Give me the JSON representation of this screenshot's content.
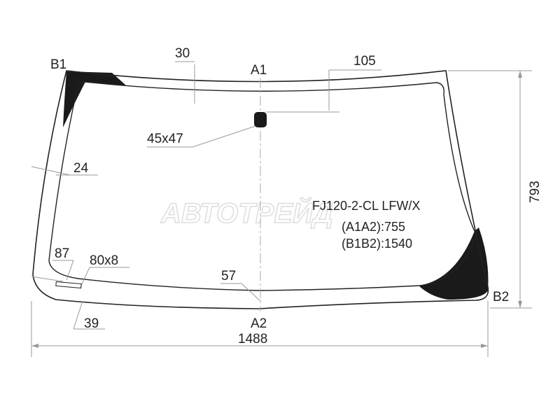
{
  "title": "FJ120-2-CL LFW/X",
  "a1a2": "(A1A2):755",
  "b1b2": "(B1B2):1540",
  "watermark": "АВТОТРЕЙД",
  "labels": {
    "b1": "B1",
    "b2": "B2",
    "a1": "A1",
    "a2": "A2",
    "d30": "30",
    "d105": "105",
    "d45x47": "45x47",
    "d24": "24",
    "d87": "87",
    "d80x8": "80x8",
    "d57": "57",
    "d39": "39",
    "d793": "793",
    "d1488": "1488"
  },
  "colors": {
    "frit": "#1a1a1a",
    "line": "#222222",
    "dimension": "#999999"
  }
}
